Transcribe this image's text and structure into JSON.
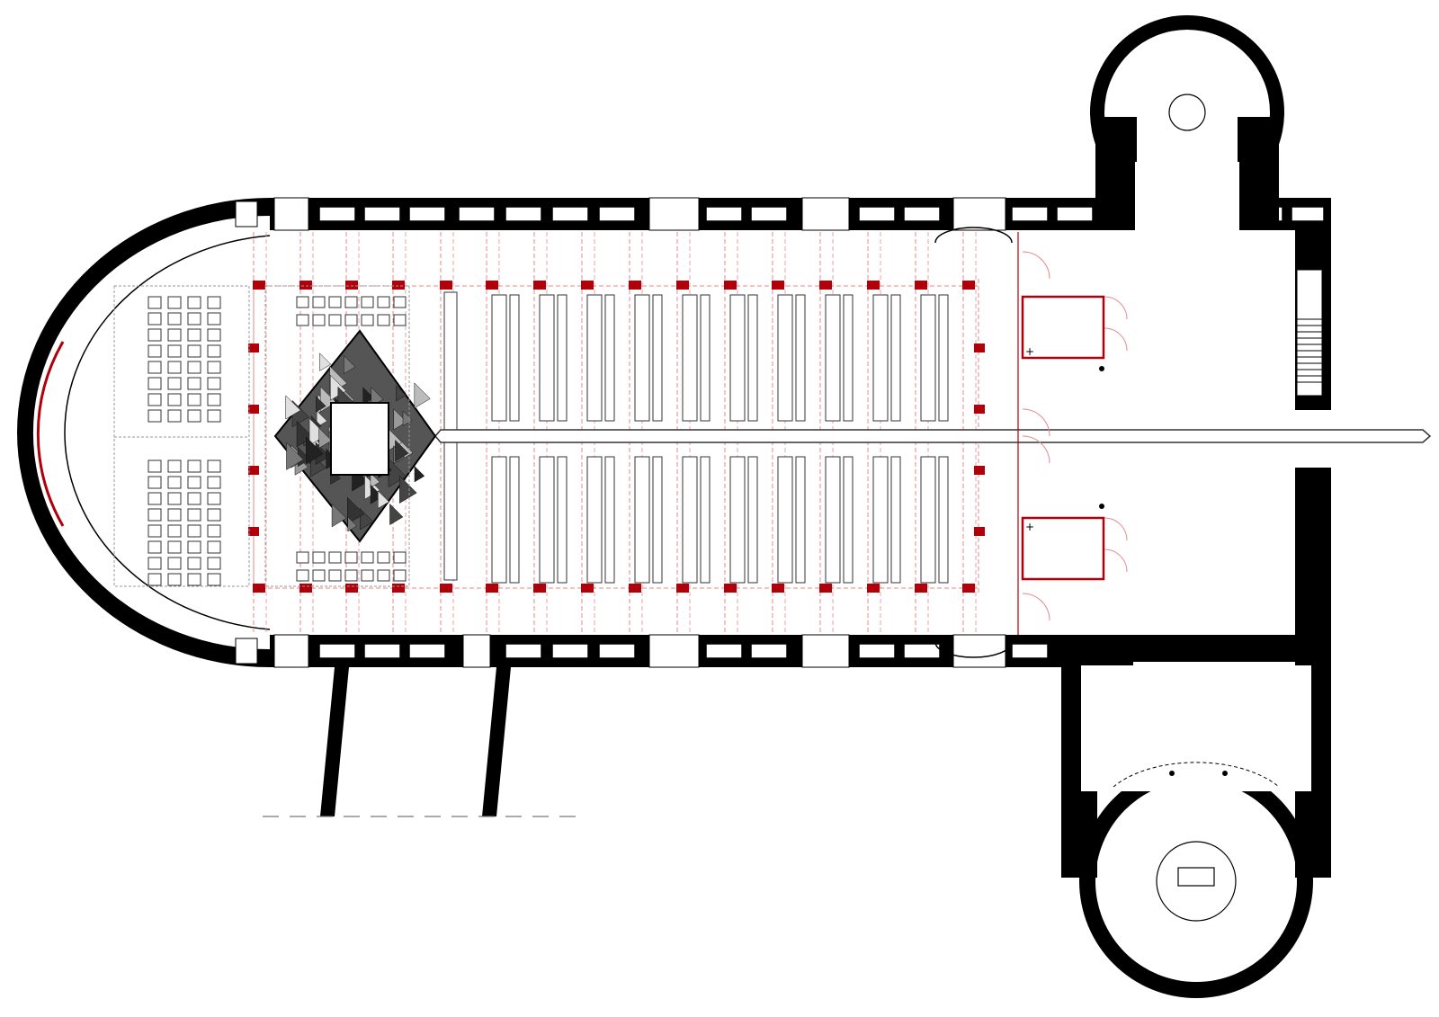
{
  "drawing": {
    "type": "architectural-floor-plan",
    "labels": []
  },
  "colors": {
    "wall": "#000000",
    "accent": "#b0000a",
    "accent_light": "#e8898b",
    "line": "#555555",
    "background": "#ffffff"
  },
  "icons": {
    "tiled_platform": "faceted-diamond-pattern",
    "column_marker": "red-square",
    "door_swing": "quarter-arc"
  }
}
